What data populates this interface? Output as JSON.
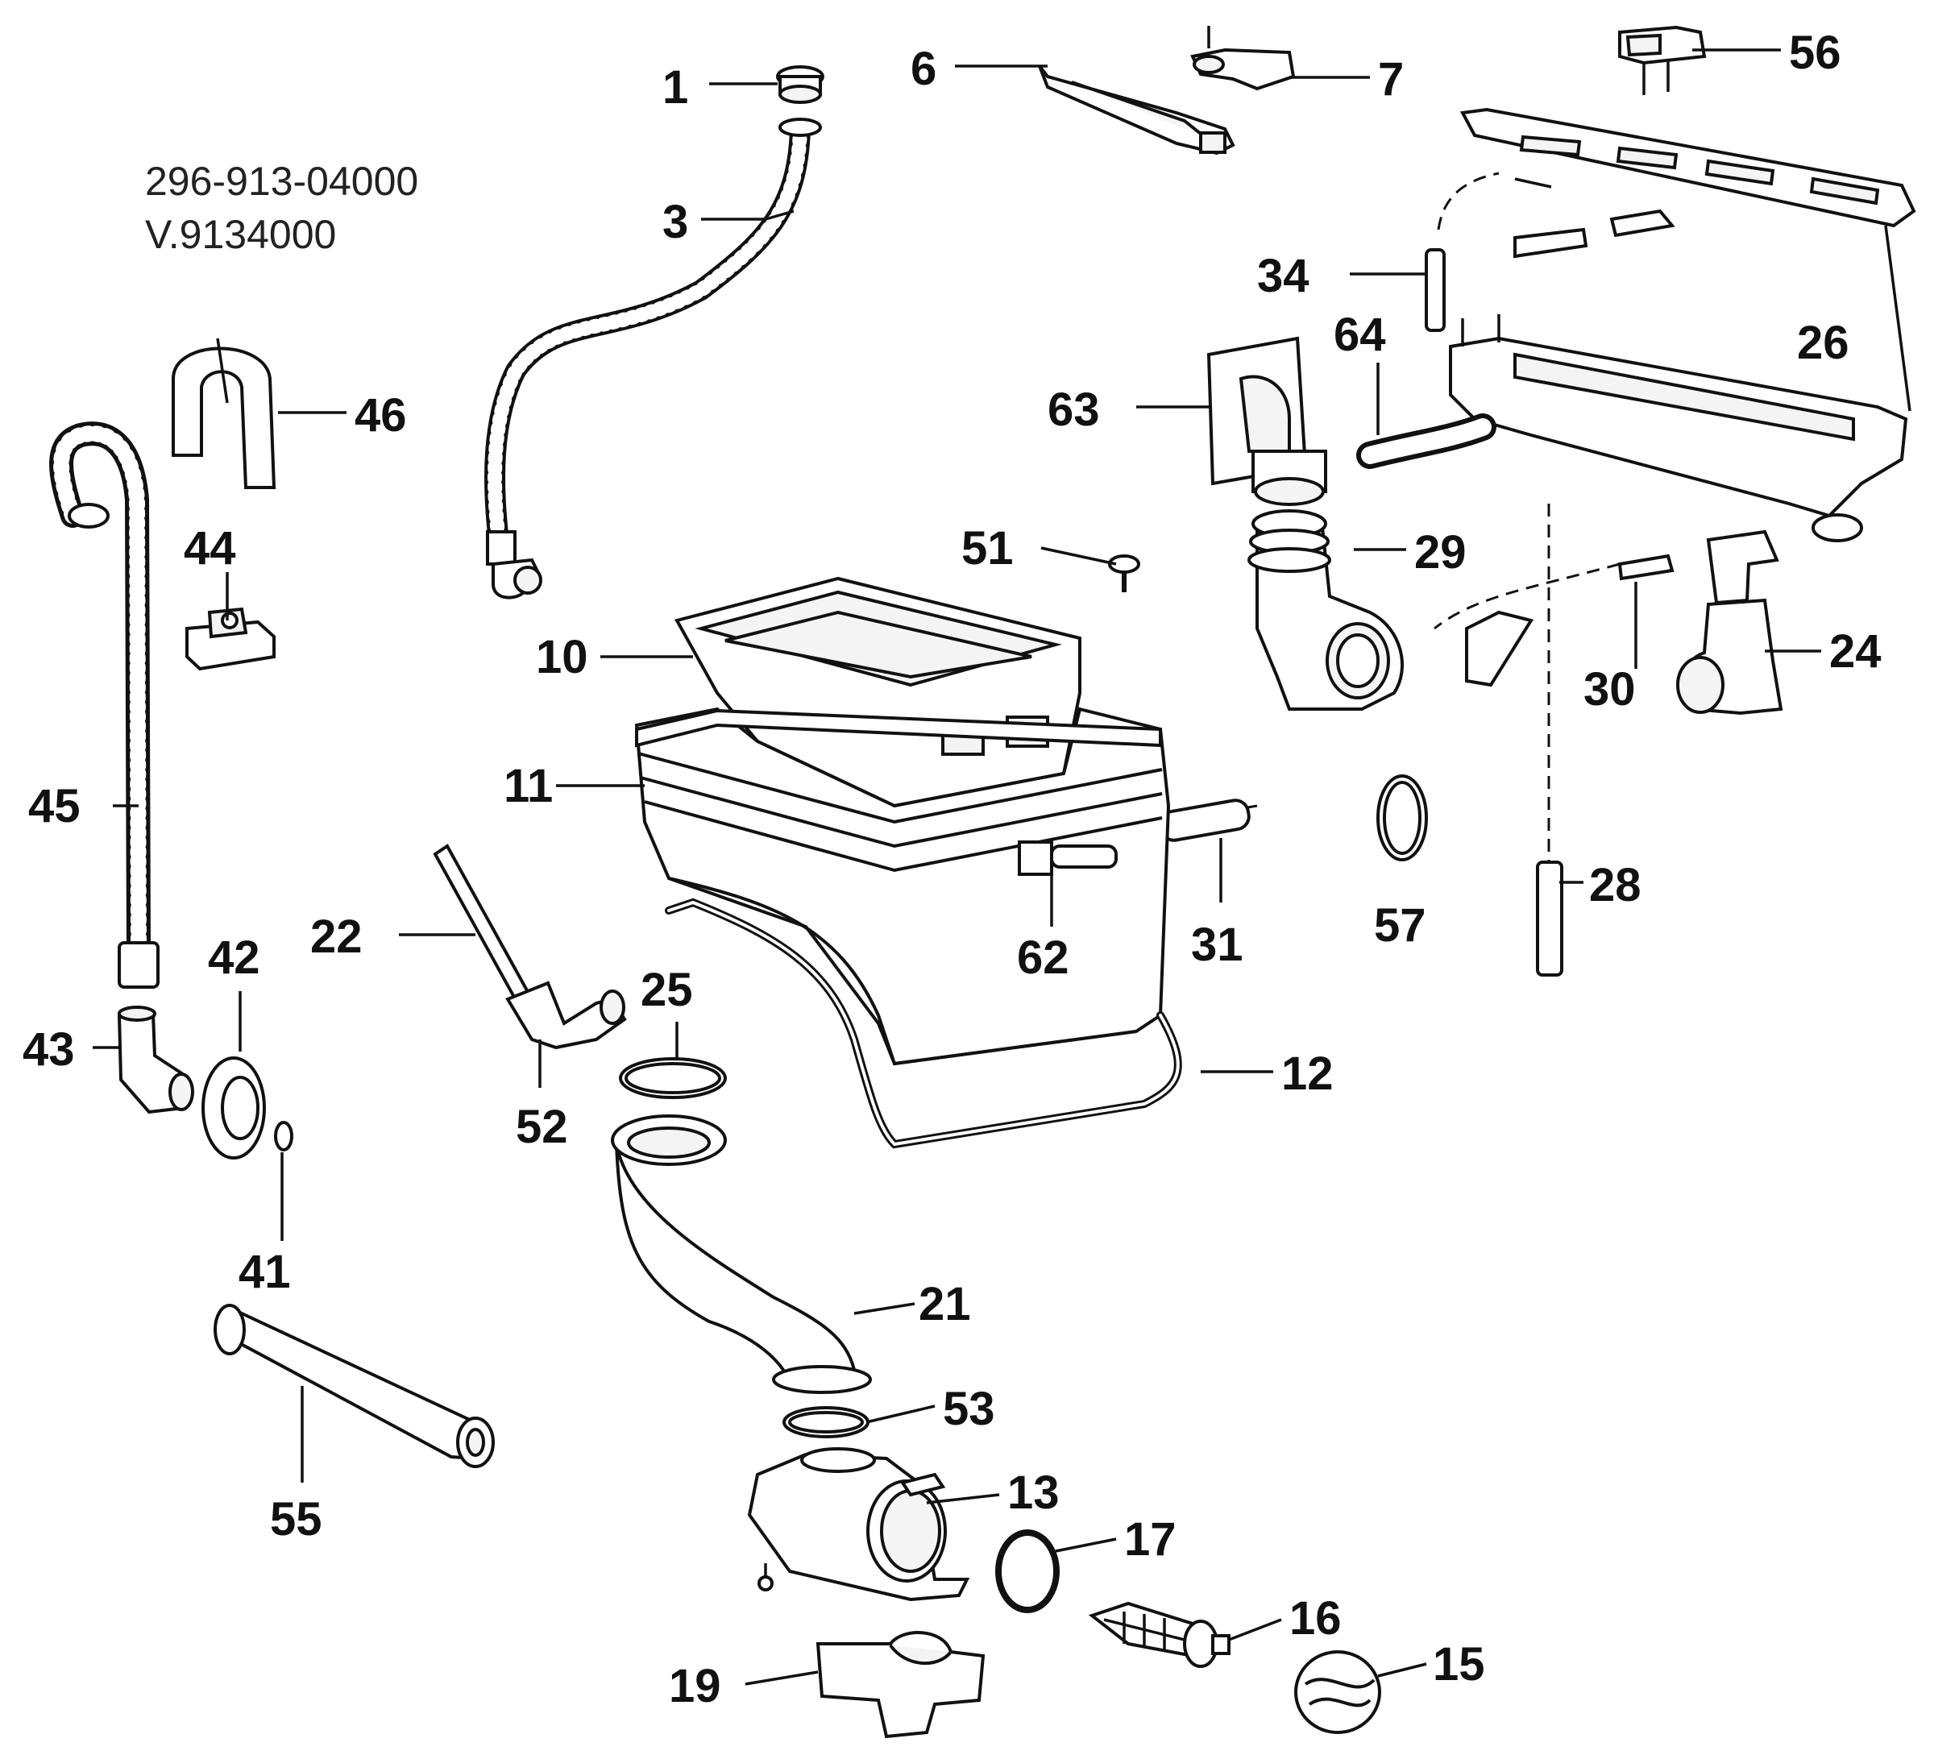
{
  "header": {
    "part_code": "296-913-04000",
    "version": "V.9134000"
  },
  "callouts": [
    {
      "id": "c1",
      "text": "1"
    },
    {
      "id": "c3",
      "text": "3"
    },
    {
      "id": "c6",
      "text": "6"
    },
    {
      "id": "c7",
      "text": "7"
    },
    {
      "id": "c56",
      "text": "56"
    },
    {
      "id": "c34",
      "text": "34"
    },
    {
      "id": "c64",
      "text": "64"
    },
    {
      "id": "c26",
      "text": "26"
    },
    {
      "id": "c63",
      "text": "63"
    },
    {
      "id": "c46",
      "text": "46"
    },
    {
      "id": "c44",
      "text": "44"
    },
    {
      "id": "c51",
      "text": "51"
    },
    {
      "id": "c29",
      "text": "29"
    },
    {
      "id": "c10",
      "text": "10"
    },
    {
      "id": "c30",
      "text": "30"
    },
    {
      "id": "c24",
      "text": "24"
    },
    {
      "id": "c11",
      "text": "11"
    },
    {
      "id": "c45",
      "text": "45"
    },
    {
      "id": "c57",
      "text": "57"
    },
    {
      "id": "c28",
      "text": "28"
    },
    {
      "id": "c22",
      "text": "22"
    },
    {
      "id": "c62",
      "text": "62"
    },
    {
      "id": "c31",
      "text": "31"
    },
    {
      "id": "c42",
      "text": "42"
    },
    {
      "id": "c25",
      "text": "25"
    },
    {
      "id": "c43",
      "text": "43"
    },
    {
      "id": "c12",
      "text": "12"
    },
    {
      "id": "c52",
      "text": "52"
    },
    {
      "id": "c41",
      "text": "41"
    },
    {
      "id": "c21",
      "text": "21"
    },
    {
      "id": "c53",
      "text": "53"
    },
    {
      "id": "c55",
      "text": "55"
    },
    {
      "id": "c13",
      "text": "13"
    },
    {
      "id": "c17",
      "text": "17"
    },
    {
      "id": "c16",
      "text": "16"
    },
    {
      "id": "c19",
      "text": "19"
    },
    {
      "id": "c15",
      "text": "15"
    }
  ]
}
